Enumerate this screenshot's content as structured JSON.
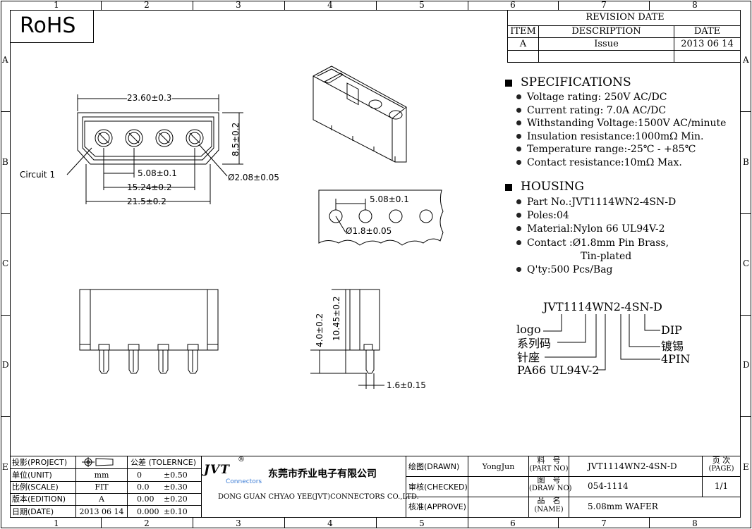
{
  "border": {
    "cols": [
      "1",
      "2",
      "3",
      "4",
      "5",
      "6",
      "7",
      "8"
    ],
    "rows": [
      "A",
      "B",
      "C",
      "D",
      "E"
    ]
  },
  "rohs": "RoHS",
  "revision": {
    "title": "REVISION DATE",
    "headers": {
      "item": "ITEM",
      "description": "DESCRIPTION",
      "date": "DATE"
    },
    "rows": [
      {
        "item": "A",
        "description": "Issue",
        "date": "2013 06 14"
      }
    ]
  },
  "specs": {
    "heading": "SPECIFICATIONS",
    "items": [
      "Voltage rating: 250V AC/DC",
      "Current rating: 7.0A AC/DC",
      "Withstanding Voltage:1500V AC/minute",
      "Insulation resistance:1000mΩ  Min.",
      "Temperature range:-25℃ - +85℃",
      "Contact resistance:10mΩ  Max."
    ]
  },
  "housing": {
    "heading": "HOUSING",
    "items": [
      "Part No.:JVT1114WN2-4SN-D",
      "Poles:04",
      "Material:Nylon 66 UL94V-2",
      "Contact :Ø1.8mm Pin Brass,",
      "Q'ty:500 Pcs/Bag"
    ],
    "contact_cont": "Tin-plated"
  },
  "part_code": {
    "code": "JVT1114WN2-4SN-D",
    "labels": {
      "logo": "logo",
      "series": "系列码",
      "pin_seat": "针座",
      "material": "PA66 UL94V-2",
      "dip": "DIP",
      "plating": "镀锡",
      "pins": "4PIN"
    }
  },
  "dims": {
    "width": "23.60±0.3",
    "height": "8.5±0.2",
    "pitch": "5.08±0.1",
    "span": "15.24±0.2",
    "base": "21.5±0.2",
    "pin_dia": "Ø2.08±0.05",
    "circuit": "Circuit 1",
    "pcb_pitch": "5.08±0.1",
    "pcb_hole": "Ø1.8±0.05",
    "side_h1": "4.0±0.2",
    "side_h2": "10.45±0.2",
    "side_w": "1.6±0.15"
  },
  "titleblock": {
    "projection": "投影(PROJECT)",
    "unit_label": "单位(UNIT)",
    "unit": "mm",
    "scale_label": "比例(SCALE)",
    "scale": "FIT",
    "edition_label": "版本(EDITION)",
    "edition": "A",
    "date_label": "日期(DATE)",
    "date": "2013 06 14",
    "tol_title": "公差 (TOLERNCE)",
    "tol": [
      {
        "a": "0",
        "b": "±0.50"
      },
      {
        "a": "0.0",
        "b": "±0.30"
      },
      {
        "a": "0.00",
        "b": "±0.20"
      },
      {
        "a": "0.000",
        "b": "±0.10"
      }
    ],
    "logo": "JVT",
    "logo_sub": "Connectors",
    "reg": "®",
    "company_cn": "东莞市乔业电子有限公司",
    "company_en": "DONG GUAN CHYAO YEE(JVT)CONNECTORS CO.,LTD.",
    "drawn_label": "绘图(DRAWN)",
    "drawn": "YongJun",
    "checked_label": "审核(CHECKED)",
    "approve_label": "核准(APPROVE)",
    "partno_cn": "料　号",
    "partno_en": "(PART NO)",
    "partno": "JVT1114WN2-4SN-D",
    "drawno_cn": "图　号",
    "drawno_en": "(DRAW NO)",
    "drawno": "054-1114",
    "name_cn": "品　名",
    "name_en": "(NAME)",
    "name": "5.08mm WAFER",
    "page_cn": "页 次",
    "page_en": "(PAGE)",
    "page": "1/1"
  }
}
